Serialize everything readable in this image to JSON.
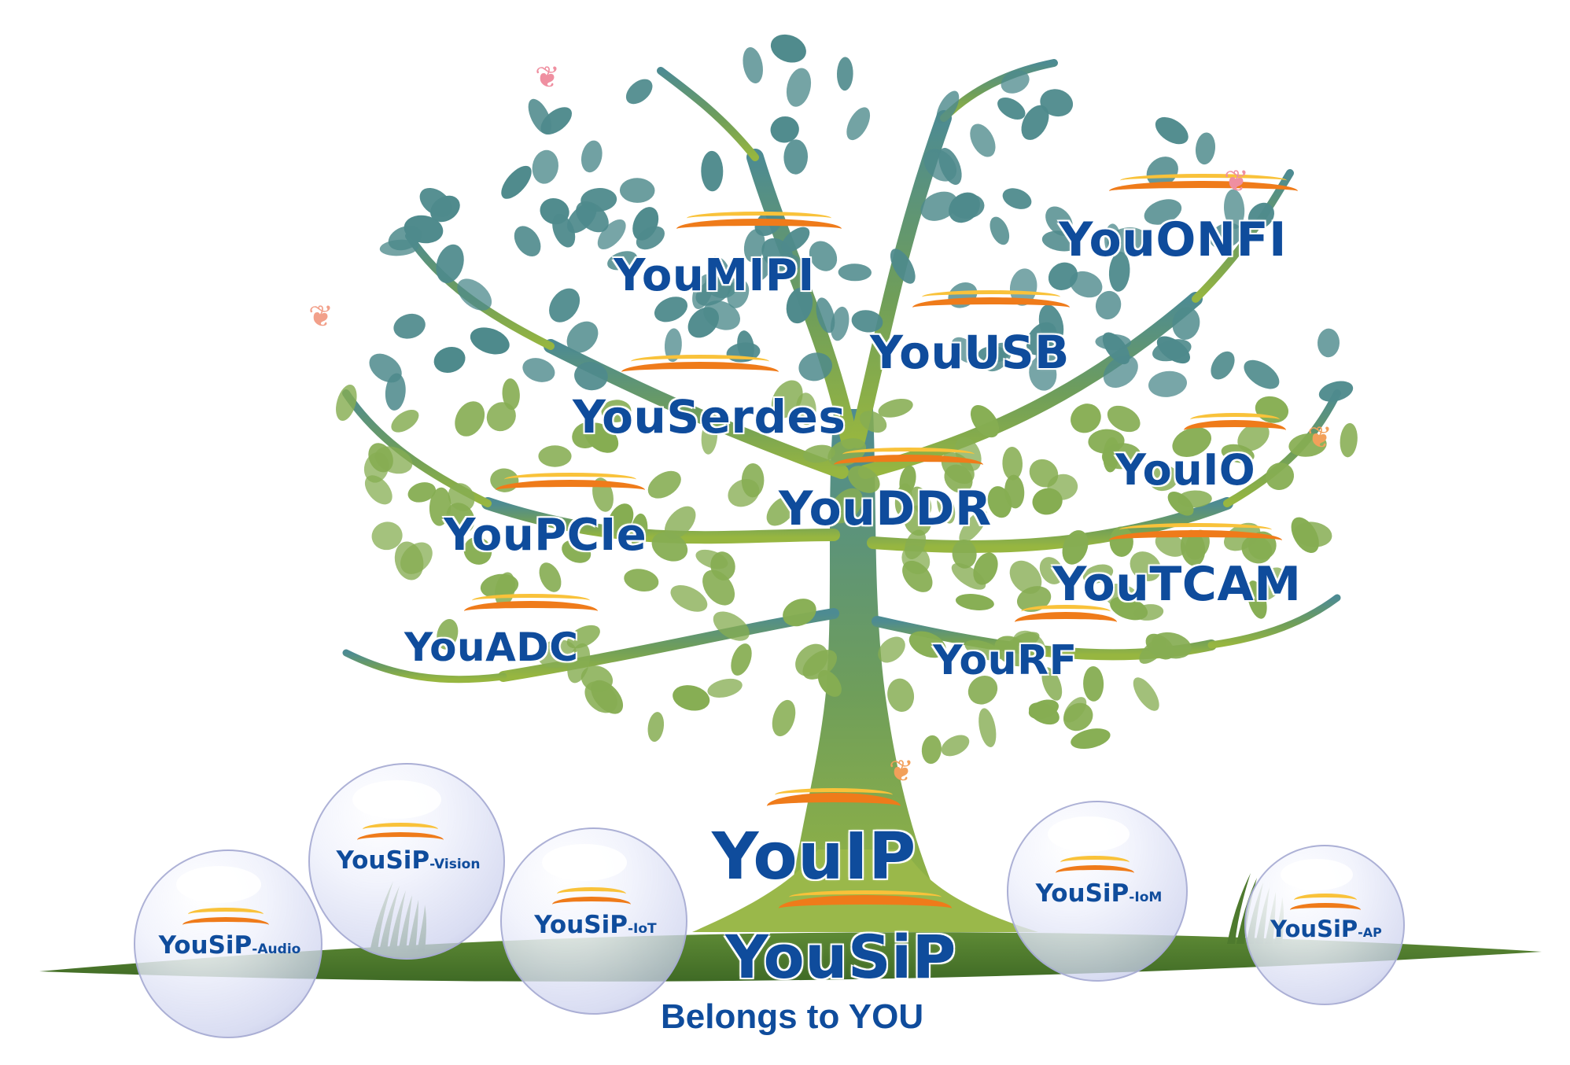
{
  "tree_labels": [
    {
      "text": "YouMIPI",
      "color": "#0f4c9c"
    },
    {
      "text": "YouONFI",
      "color": "#0f4c9c"
    },
    {
      "text": "YouUSB",
      "color": "#0f4c9c"
    },
    {
      "text": "YouSerdes",
      "color": "#0f4c9c"
    },
    {
      "text": "YouIO",
      "color": "#0f4c9c"
    },
    {
      "text": "YouDDR",
      "color": "#0f4c9c"
    },
    {
      "text": "YouPCIe",
      "color": "#0f4c9c"
    },
    {
      "text": "YouTCAM",
      "color": "#0f4c9c"
    },
    {
      "text": "YouADC",
      "color": "#0f4c9c"
    },
    {
      "text": "YouRF",
      "color": "#0f4c9c"
    }
  ],
  "core_labels": {
    "youip": "YouIP",
    "yousip": "YouSiP"
  },
  "bubbles": [
    {
      "prefix": "YouSiP",
      "suffix": "-Audio"
    },
    {
      "prefix": "YouSiP",
      "suffix": "-Vision"
    },
    {
      "prefix": "YouSiP",
      "suffix": "-IoT"
    },
    {
      "prefix": "YouSiP",
      "suffix": "-IoM"
    },
    {
      "prefix": "YouSiP",
      "suffix": "-AP"
    }
  ],
  "tagline": "Belongs to YOU",
  "colors": {
    "brand_blue": "#0f4c9c",
    "arc_orange": "#ef7b1a",
    "arc_yellow": "#f9c23a",
    "leaf_teal": "#4e8a8c",
    "leaf_green": "#86ad52",
    "ground_green": "#4e7a2e",
    "butterfly_pink": "#ef8fa0",
    "butterfly_orange": "#f2a05a"
  },
  "icons": [
    "tree-illustration",
    "butterfly-icon",
    "ground-strip",
    "grass-tuft-icon",
    "bubble-sphere"
  ]
}
